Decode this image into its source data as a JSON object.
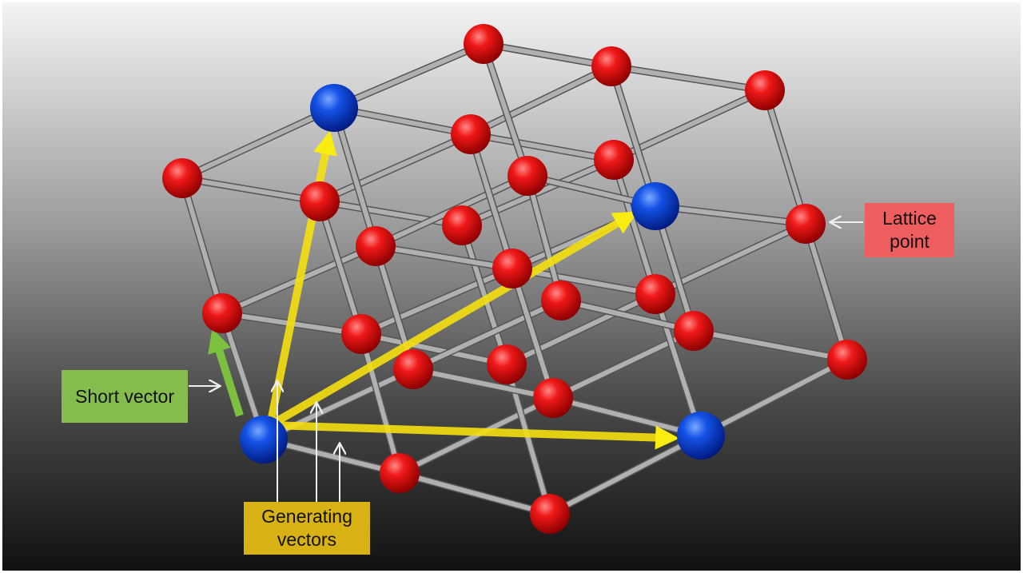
{
  "labels": {
    "lattice_point": "Lattice point",
    "short_vector": "Short vector",
    "generating_vectors": "Generating vectors"
  },
  "colors": {
    "lattice_point": "#e01010",
    "basis_point": "#1040e0",
    "generating_vector": "#f5e010",
    "short_vector": "#7cc040",
    "bond": "#b0b0b0"
  }
}
